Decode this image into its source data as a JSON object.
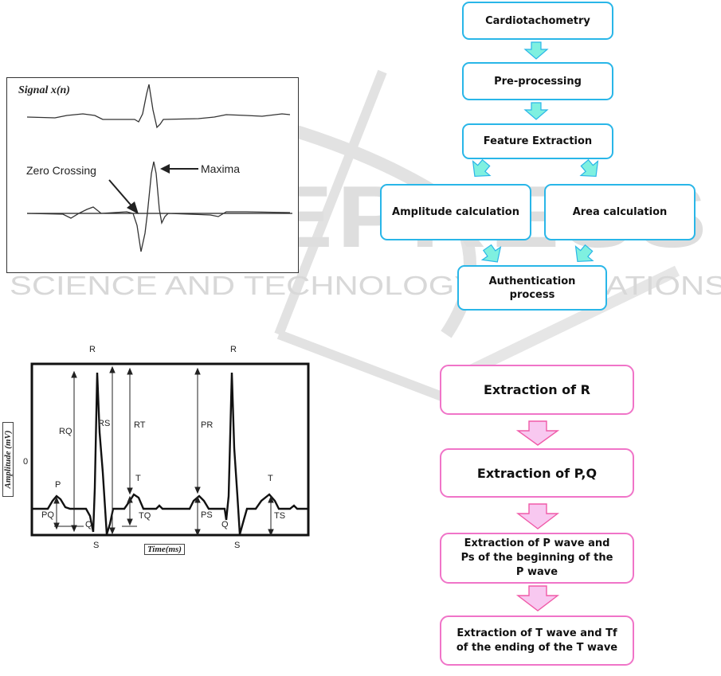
{
  "signal_figure": {
    "title": "Signal x(n)",
    "labels": {
      "zero_crossing": "Zero Crossing",
      "maxima": "Maxima"
    }
  },
  "flowchart_blue": {
    "colors": {
      "border": "#29b6e8",
      "arrow_fill": "#7ff0e0"
    },
    "nodes": [
      {
        "id": "cardiotachometry",
        "label": "Cardiotachometry"
      },
      {
        "id": "preprocessing",
        "label": "Pre-processing"
      },
      {
        "id": "feature_extraction",
        "label": "Feature Extraction"
      },
      {
        "id": "amplitude_calculation",
        "label": "Amplitude calculation"
      },
      {
        "id": "area_calculation",
        "label": "Area calculation"
      },
      {
        "id": "authentication",
        "label": "Authentication process"
      }
    ],
    "edges": [
      [
        "cardiotachometry",
        "preprocessing"
      ],
      [
        "preprocessing",
        "feature_extraction"
      ],
      [
        "feature_extraction",
        "amplitude_calculation"
      ],
      [
        "feature_extraction",
        "area_calculation"
      ],
      [
        "amplitude_calculation",
        "authentication"
      ],
      [
        "area_calculation",
        "authentication"
      ]
    ]
  },
  "ecg_figure": {
    "ylabel": "Amplitude (mV)",
    "xlabel": "Time(ms)",
    "y_tick": "0",
    "peak_labels": [
      "P",
      "Q",
      "R",
      "S",
      "T",
      "Q",
      "R",
      "S",
      "T"
    ],
    "interval_labels": [
      "RQ",
      "RS",
      "RT",
      "PR",
      "PQ",
      "TQ",
      "PS",
      "TS"
    ]
  },
  "flowchart_pink": {
    "colors": {
      "border": "#f074c8",
      "arrow_fill": "#f8c8f0",
      "arrow_stroke": "#f05aa8"
    },
    "nodes": [
      {
        "id": "extract_r",
        "label": "Extraction of R"
      },
      {
        "id": "extract_pq",
        "label": "Extraction of P,Q"
      },
      {
        "id": "extract_p_wave",
        "label": "Extraction of P wave and Ps of the beginning of the P wave"
      },
      {
        "id": "extract_t_wave",
        "label": "Extraction of T wave and Tf of the ending of the T wave"
      }
    ]
  },
  "watermark": {
    "main": "SCITEPRESS",
    "sub": "SCIENCE AND TECHNOLOGY PUBLICATIONS"
  }
}
